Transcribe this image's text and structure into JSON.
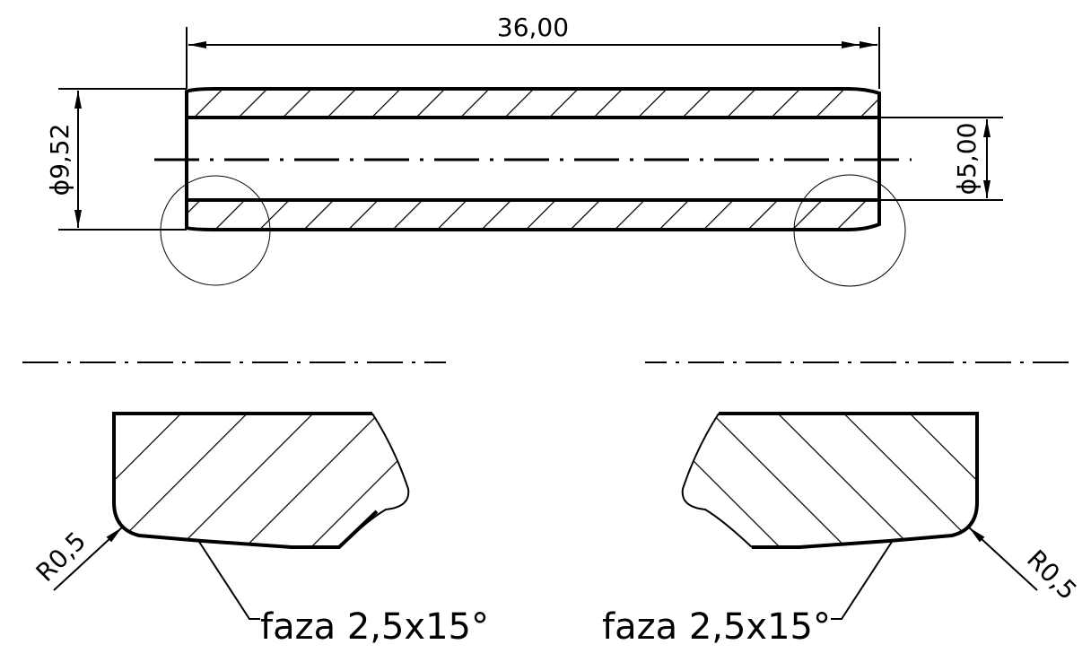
{
  "drawing": {
    "length_dim": "36,00",
    "outer_diameter_dim": "ϕ9,52",
    "inner_diameter_dim": "ϕ5,00",
    "detail_left": {
      "radius_label": "R0,5",
      "chamfer_label": "faza 2,5x15°"
    },
    "detail_right": {
      "radius_label": "R0,5",
      "chamfer_label": "faza 2,5x15°"
    }
  }
}
